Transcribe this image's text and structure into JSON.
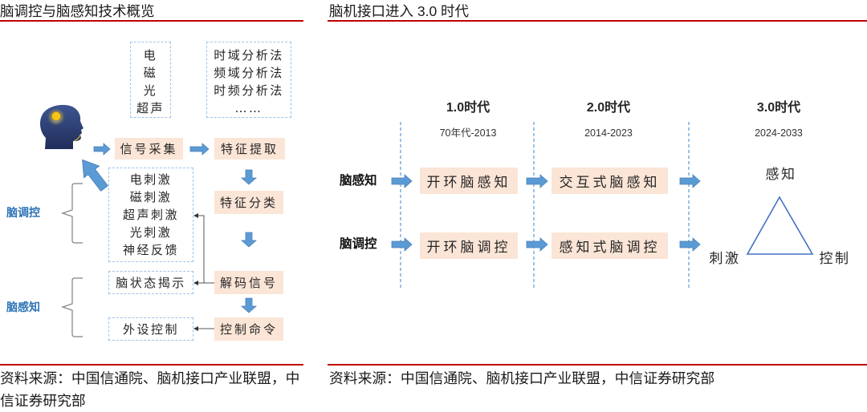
{
  "colors": {
    "accent_red": "#c00000",
    "box_fill": "#fbe5d6",
    "arrow_blue": "#5b9bd5",
    "dashed_blue": "#9dc3e6",
    "label_blue": "#2e75b6",
    "triangle_stroke": "#4472c4"
  },
  "left_panel": {
    "title": "脑调控与脑感知技术概览",
    "source": "资料来源：中国信通院、脑机接口产业联盟，中信证券研究部",
    "icons": {
      "head": "human-head-lightbulb-icon"
    },
    "signal_types": [
      "电",
      "磁",
      "光",
      "超声"
    ],
    "analysis_methods": [
      "时域分析法",
      "频域分析法",
      "时频分析法",
      "……"
    ],
    "pipeline": {
      "signal_acquisition": "信号采集",
      "feature_extraction": "特征提取",
      "feature_classification": "特征分类",
      "decode_signal": "解码信号",
      "control_command": "控制命令"
    },
    "stimulation_methods": [
      "电刺激",
      "磁刺激",
      "超声刺激",
      "光刺激",
      "神经反馈"
    ],
    "brain_state_reveal": "脑状态揭示",
    "peripheral_control": "外设控制",
    "labels": {
      "modulation": "脑调控",
      "perception": "脑感知"
    }
  },
  "right_panel": {
    "title": "脑机接口进入 3.0 时代",
    "source": "资料来源：中国信通院、脑机接口产业联盟，中信证券研究部",
    "eras": [
      {
        "name": "1.0时代",
        "period": "70年代-2013"
      },
      {
        "name": "2.0时代",
        "period": "2014-2023"
      },
      {
        "name": "3.0时代",
        "period": "2024-2033"
      }
    ],
    "rows": [
      {
        "label": "脑感知",
        "stages": [
          "开环脑感知",
          "交互式脑感知"
        ]
      },
      {
        "label": "脑调控",
        "stages": [
          "开环脑调控",
          "感知式脑调控"
        ]
      }
    ],
    "triangle": {
      "top": "感知",
      "left": "刺激",
      "right": "控制"
    }
  }
}
